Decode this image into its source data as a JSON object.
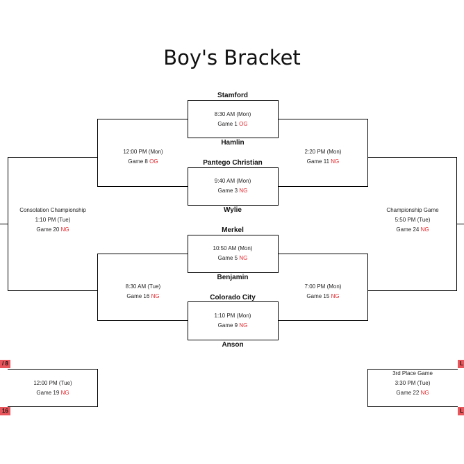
{
  "title": "Boy's Bracket",
  "teams": {
    "stamford": "Stamford",
    "hamlin": "Hamlin",
    "pantego": "Pantego Christian",
    "wylie": "Wylie",
    "merkel": "Merkel",
    "benjamin": "Benjamin",
    "colorado_city": "Colorado City",
    "anson": "Anson"
  },
  "games": {
    "g1": {
      "time": "8:30 AM (Mon)",
      "game": "Game 1",
      "status": "OG"
    },
    "g3": {
      "time": "9:40 AM (Mon)",
      "game": "Game 3",
      "status": "NG"
    },
    "g5": {
      "time": "10:50 AM (Mon)",
      "game": "Game 5",
      "status": "NG"
    },
    "g9": {
      "time": "1:10 PM (Mon)",
      "game": "Game 9",
      "status": "NG"
    },
    "g8": {
      "time": "12:00 PM (Mon)",
      "game": "Game 8",
      "status": "OG"
    },
    "g16": {
      "time": "8:30 AM (Tue)",
      "game": "Game 16",
      "status": "NG"
    },
    "g11": {
      "time": "2:20 PM (Mon)",
      "game": "Game 11",
      "status": "NG"
    },
    "g15": {
      "time": "7:00 PM (Mon)",
      "game": "Game 15",
      "status": "NG"
    },
    "g20": {
      "label": "Consolation Championship",
      "time": "1:10 PM (Tue)",
      "game": "Game 20",
      "status": "NG"
    },
    "g24": {
      "label": "Championship Game",
      "time": "5:50 PM (Tue)",
      "game": "Game 24",
      "status": "NG"
    },
    "g19": {
      "time": "12:00 PM (Tue)",
      "game": "Game 19",
      "status": "NG"
    },
    "g22": {
      "label": "3rd Place Game",
      "time": "3:30 PM (Tue)",
      "game": "Game 22",
      "status": "NG"
    }
  },
  "tags": {
    "left_top": "/ 8",
    "left_bottom": "16",
    "right_top": "L",
    "right_bottom": "L"
  },
  "colors": {
    "status": "#e3262c",
    "tag_fill": "#e8555a",
    "line": "#000000"
  }
}
